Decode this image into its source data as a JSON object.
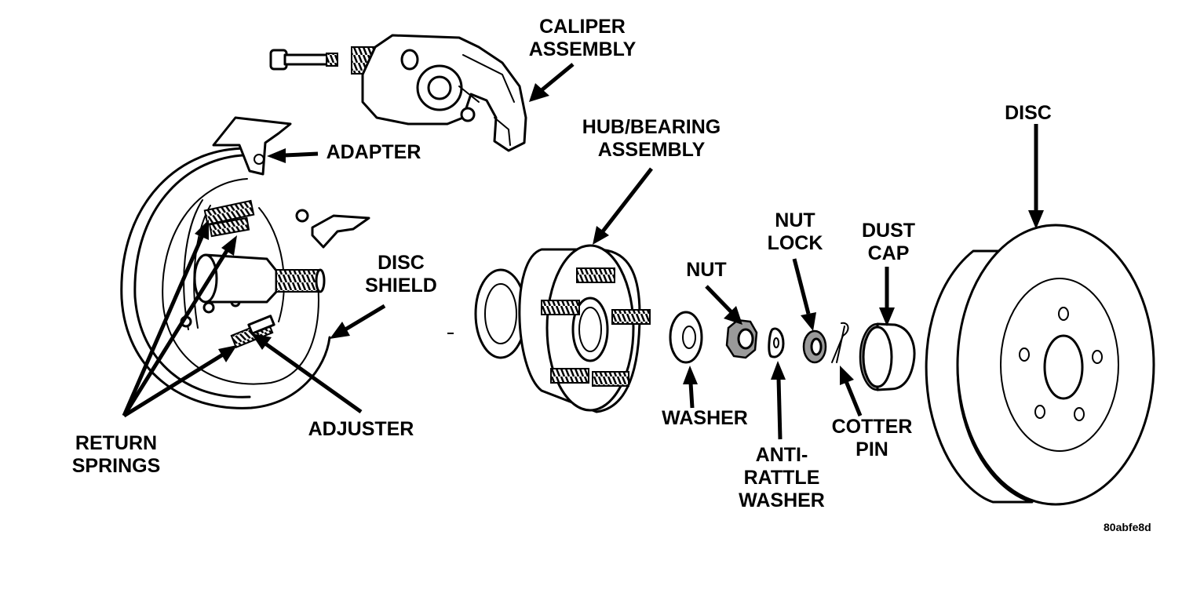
{
  "labels": {
    "caliper": [
      "CALIPER",
      "ASSEMBLY"
    ],
    "adapter": [
      "ADAPTER"
    ],
    "hub": [
      "HUB/BEARING",
      "ASSEMBLY"
    ],
    "disc": [
      "DISC"
    ],
    "disc_shield": [
      "DISC",
      "SHIELD"
    ],
    "nut": [
      "NUT"
    ],
    "nut_lock": [
      "NUT",
      "LOCK"
    ],
    "dust_cap": [
      "DUST",
      "CAP"
    ],
    "return_springs": [
      "RETURN",
      "SPRINGS"
    ],
    "adjuster": [
      "ADJUSTER"
    ],
    "washer": [
      "WASHER"
    ],
    "anti_rattle_washer": [
      "ANTI-",
      "RATTLE",
      "WASHER"
    ],
    "cotter_pin": [
      "COTTER",
      "PIN"
    ]
  },
  "figure_code": "80abfe8d"
}
